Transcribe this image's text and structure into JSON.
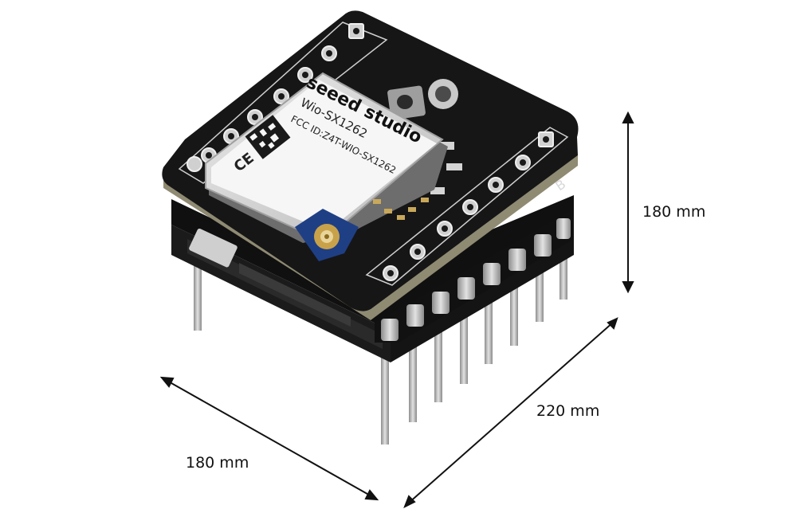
{
  "product": {
    "brand_line": "seeed studio",
    "model_line": "Wio-SX1262",
    "fcc_line": "FCC ID:Z4T-WIO-SX1262",
    "ce_mark": "CE",
    "pin_marker": "B"
  },
  "dimensions": {
    "height": "180 mm",
    "depth": "220 mm",
    "width": "180 mm"
  },
  "colors": {
    "pcb": "#1a1a1a",
    "pcb_edge": "#8f8a72",
    "shield": "#d6d6d6",
    "label": "#f4f4f4",
    "gold": "#c8a24a",
    "silver": "#b9b9b9"
  }
}
